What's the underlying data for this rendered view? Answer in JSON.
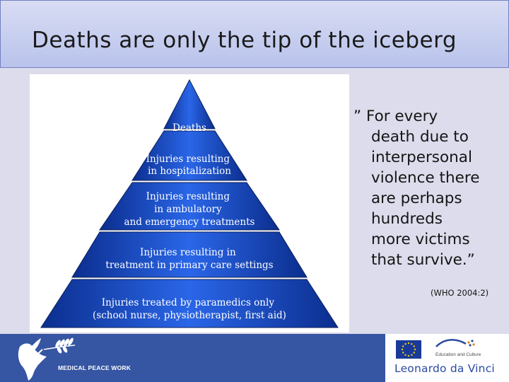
{
  "slide": {
    "title": "Deaths are only the tip of the iceberg"
  },
  "pyramid": {
    "tiers": [
      {
        "lines": [
          "Deaths"
        ]
      },
      {
        "lines": [
          "Injuries resulting",
          "in hospitalization"
        ]
      },
      {
        "lines": [
          "Injuries resulting",
          "in ambulatory",
          "and emergency treatments"
        ]
      },
      {
        "lines": [
          "Injuries resulting in",
          "treatment in primary care settings"
        ]
      },
      {
        "lines": [
          "Injuries treated by paramedics only",
          "(school nurse, physiotherapist, first aid)"
        ]
      }
    ]
  },
  "quote": {
    "first_line": "” For every",
    "rest_lines": [
      "death due to",
      "interpersonal",
      "violence there",
      "are perhaps",
      "hundreds",
      "more victims",
      "that survive.”"
    ],
    "citation": "(WHO 2004:2)"
  },
  "footer": {
    "org_label": "MEDICAL PEACE WORK",
    "program_caption": "Education and Culture",
    "program_name": "Leonardo da Vinci"
  },
  "colors": {
    "footer": "#3655a3",
    "pyramid_dark": "#0b2e8e",
    "pyramid_light": "#2a66e8",
    "brand_text": "#2a4aa0"
  },
  "icons": {
    "logo": "dove-olive-branch-icon",
    "eu": "eu-flag-icon",
    "program": "education-culture-logo-icon"
  }
}
